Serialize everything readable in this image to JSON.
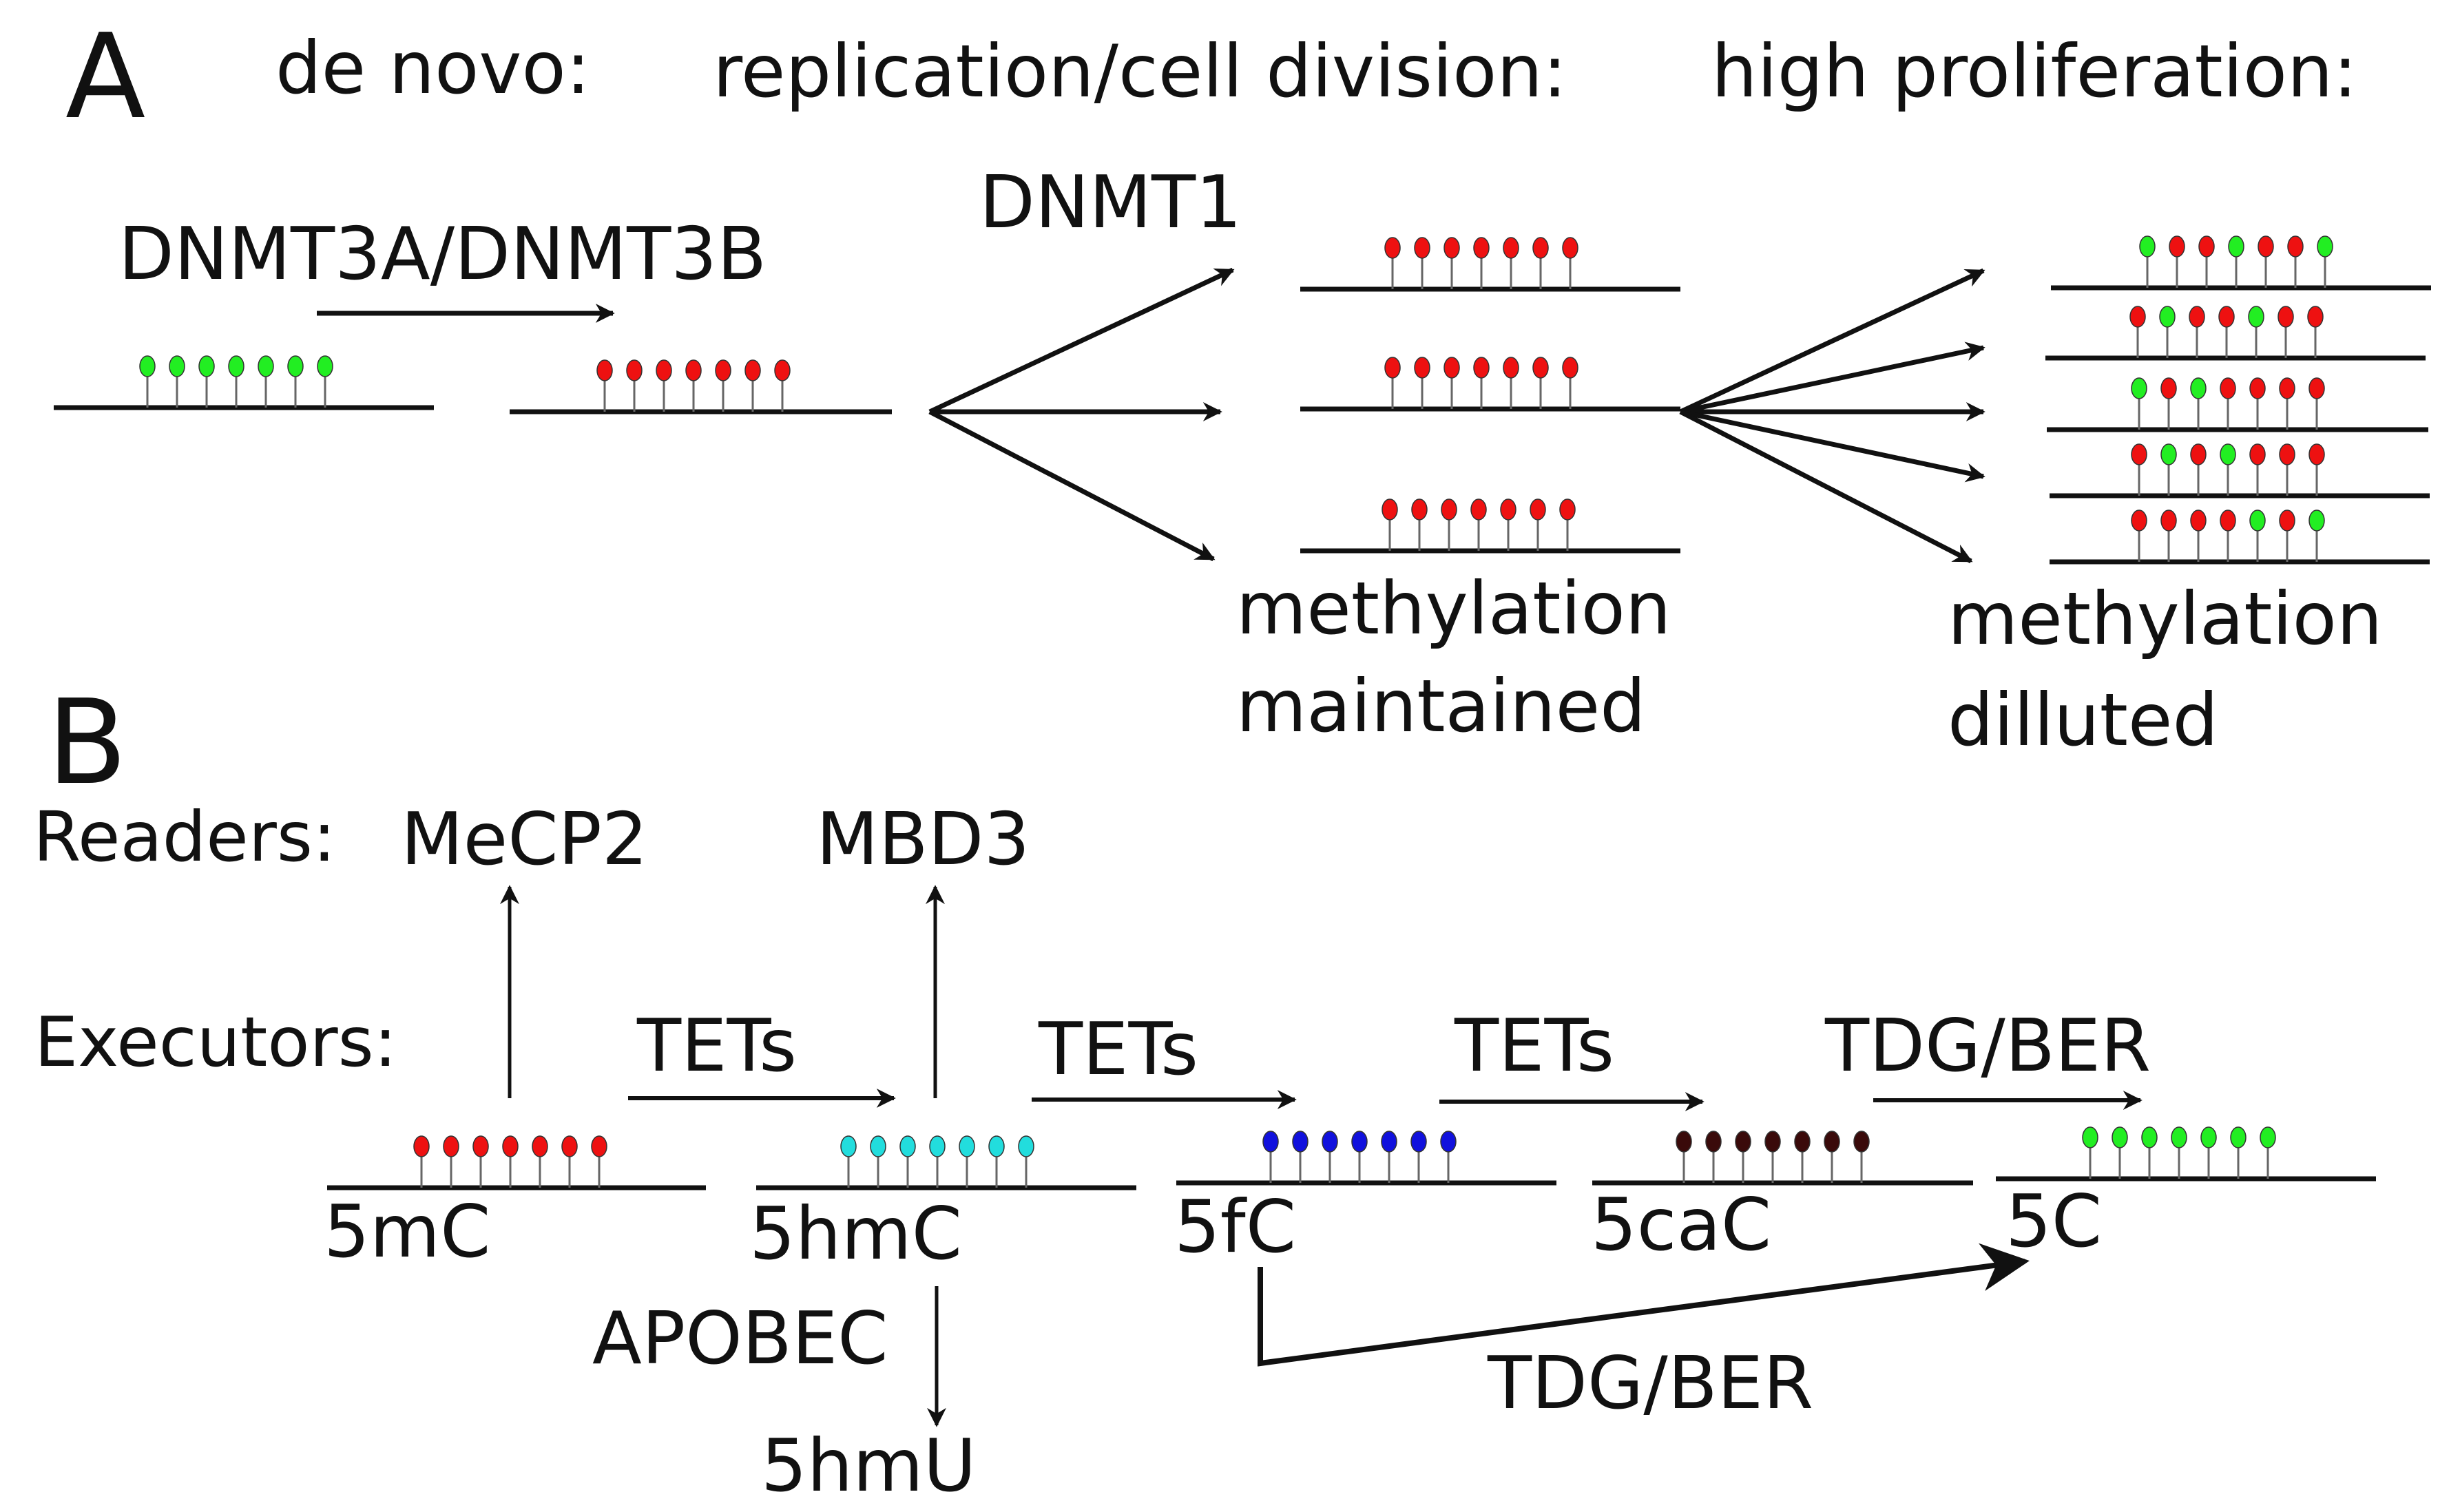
{
  "panel_a": {
    "letter": "A",
    "headers": [
      "de novo:",
      "replication/cell division:",
      "high proliferation:"
    ],
    "enzymes": [
      "DNMT3A/DNMT3B",
      "DNMT1"
    ],
    "outcomes": [
      [
        "methylation",
        "maintained"
      ],
      [
        "methylation",
        "dilluted"
      ]
    ]
  },
  "panel_b": {
    "letter": "B",
    "row_labels": [
      "Readers:",
      "Executors:"
    ],
    "readers": [
      "MeCP2",
      "MBD3"
    ],
    "enzymes": [
      "TETs",
      "TETs",
      "TETs",
      "TDG/BER"
    ],
    "bases": [
      "5mC",
      "5hmC",
      "5fC",
      "5caC",
      "5C"
    ],
    "side_enzyme": "APOBEC",
    "side_product": "5hmU",
    "bypass_enzyme": "TDG/BER"
  },
  "colors": {
    "unmethylated": "#22ee22",
    "methylated": "#ee1111",
    "hydroxymethyl": "#22dddd",
    "formyl": "#1111dd",
    "carboxyl": "#3a0a0a",
    "line": "#111111"
  },
  "strand_patterns": {
    "mixed_1": [
      "g",
      "r",
      "r",
      "g",
      "r",
      "r",
      "g"
    ],
    "mixed_2": [
      "r",
      "g",
      "r",
      "r",
      "g",
      "r",
      "r"
    ],
    "mixed_3": [
      "g",
      "r",
      "g",
      "r",
      "r",
      "r",
      "r"
    ],
    "mixed_4": [
      "r",
      "g",
      "r",
      "g",
      "r",
      "r",
      "r"
    ],
    "mixed_5": [
      "r",
      "r",
      "r",
      "r",
      "g",
      "r",
      "g"
    ]
  }
}
